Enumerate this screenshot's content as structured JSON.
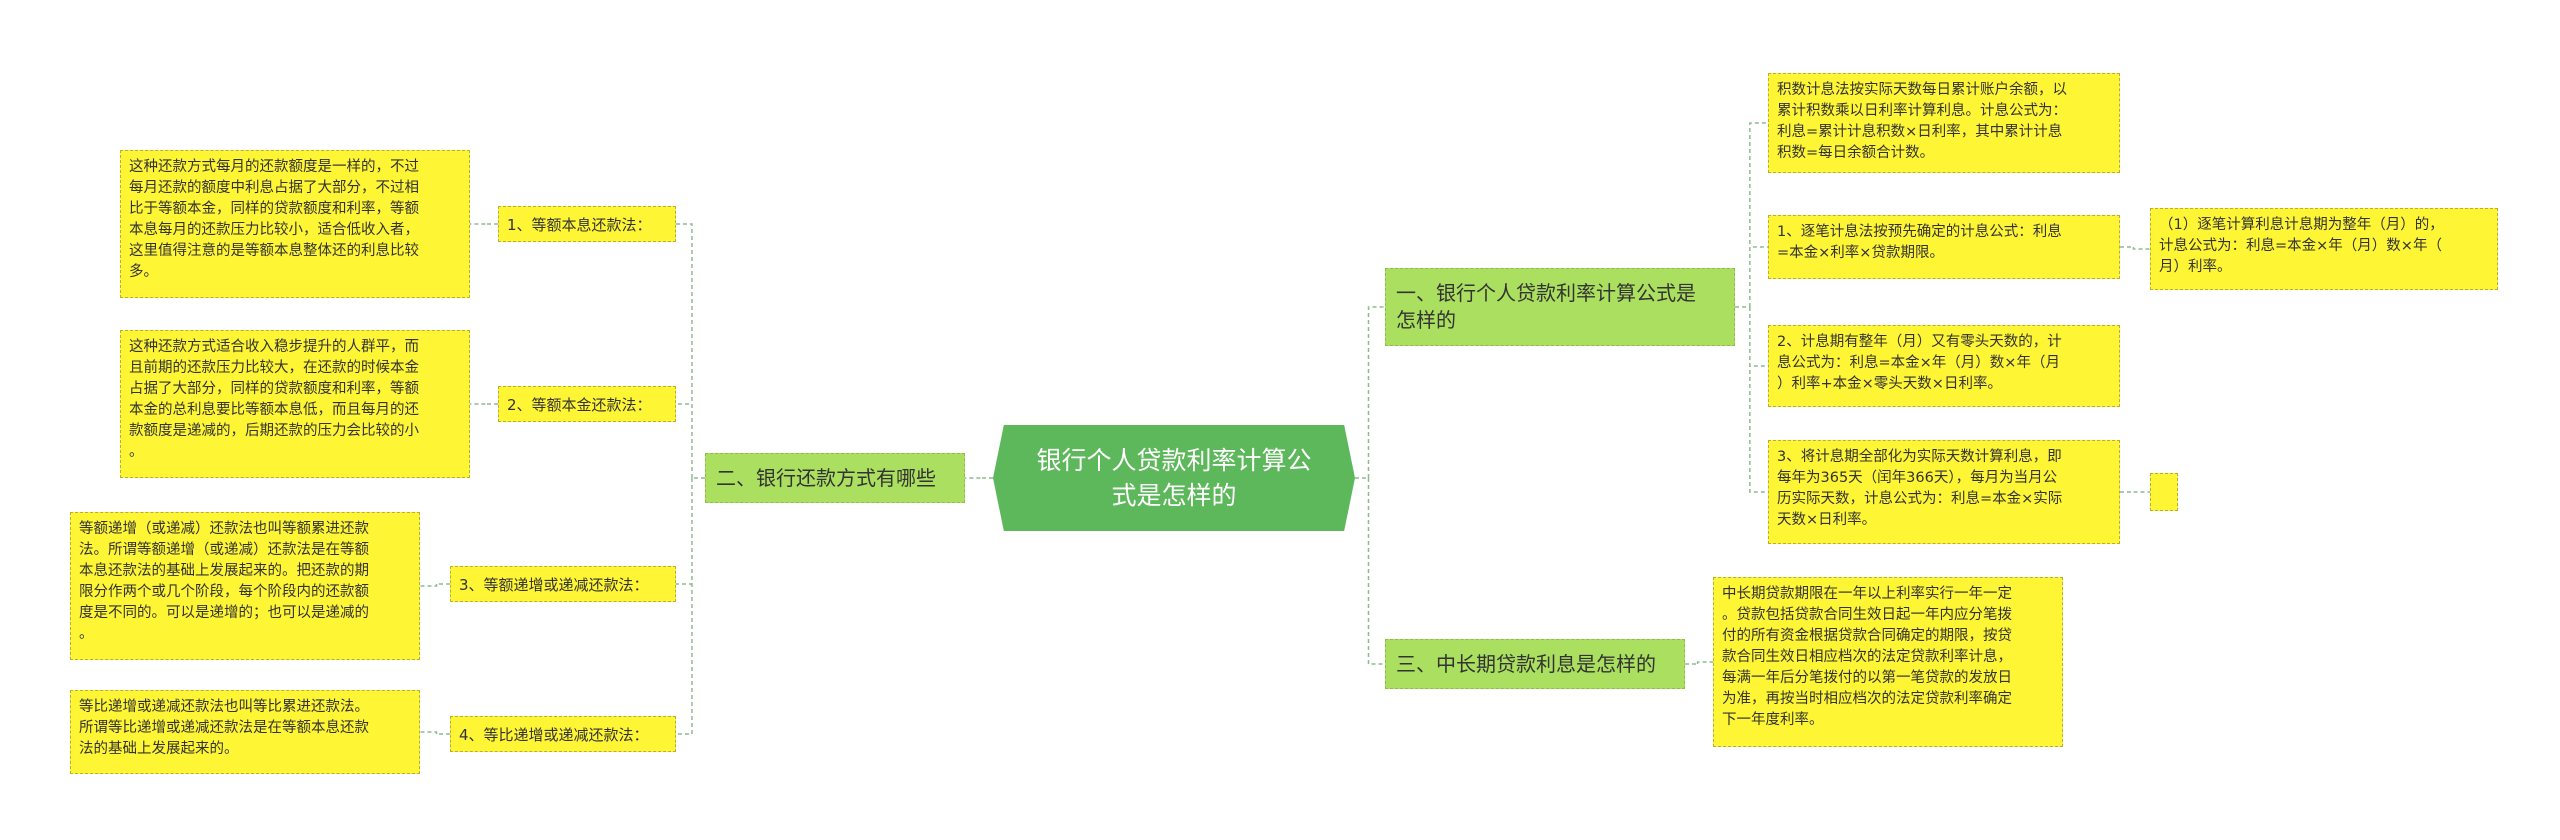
{
  "root": {
    "title": "银行个人贷款利率计算公\n式是怎样的"
  },
  "branches": {
    "b1": {
      "label": "一、银行个人贷款利率计算公式是\n怎样的"
    },
    "b2": {
      "label": "二、银行还款方式有哪些"
    },
    "b3": {
      "label": "三、中长期贷款利息是怎样的"
    }
  },
  "right": {
    "leaf_a": "积数计息法按实际天数每日累计账户余额，以\n累计积数乘以日利率计算利息。计息公式为：\n利息=累计计息积数×日利率，其中累计计息\n积数=每日余额合计数。",
    "leaf_b": "1、逐笔计息法按预先确定的计息公式：利息\n=本金×利率×贷款期限。",
    "leaf_b_child": "（1）逐笔计算利息计息期为整年（月）的，\n计息公式为：利息=本金×年（月）数×年（\n月）利率。",
    "leaf_c": "2、计息期有整年（月）又有零头天数的，计\n息公式为：利息=本金×年（月）数×年（月\n）利率+本金×零头天数×日利率。",
    "leaf_d": "3、将计息期全部化为实际天数计算利息，即\n每年为365天（闰年366天），每月为当月公\n历实际天数，计息公式为：利息=本金×实际\n天数×日利率。",
    "leaf_d_child": "",
    "leaf_e": "中长期贷款期限在一年以上利率实行一年一定\n。贷款包括贷款合同生效日起一年内应分笔拨\n付的所有资金根据贷款合同确定的期限，按贷\n款合同生效日相应档次的法定贷款利率计息，\n每满一年后分笔拨付的以第一笔贷款的发放日\n为准，再按当时相应档次的法定贷款利率确定\n下一年度利率。"
  },
  "left": {
    "sub1": "1、等额本息还款法：",
    "sub2": "2、等额本金还款法：",
    "sub3": "3、等额递增或递减还款法：",
    "sub4": "4、等比递增或递减还款法：",
    "leaf1": "这种还款方式每月的还款额度是一样的，不过\n每月还款的额度中利息占据了大部分，不过相\n比于等额本金，同样的贷款额度和利率，等额\n本息每月的还款压力比较小，适合低收入者，\n这里值得注意的是等额本息整体还的利息比较\n多。",
    "leaf2": "这种还款方式适合收入稳步提升的人群平，而\n且前期的还款压力比较大，在还款的时候本金\n占据了大部分，同样的贷款额度和利率，等额\n本金的总利息要比等额本息低，而且每月的还\n款额度是递减的，后期还款的压力会比较的小\n。",
    "leaf3": "等额递增（或递减）还款法也叫等额累进还款\n法。所谓等额递增（或递减）还款法是在等额\n本息还款法的基础上发展起来的。把还款的期\n限分作两个或几个阶段，每个阶段内的还款额\n度是不同的。可以是递增的；也可以是递减的\n。",
    "leaf4": "等比递增或递减还款法也叫等比累进还款法。\n所谓等比递增或递减还款法是在等额本息还款\n法的基础上发展起来的。"
  },
  "colors": {
    "root": "#5db75b",
    "branch": "#abdf5f",
    "leaf": "#fef535",
    "connector": "#8fbc8f"
  }
}
